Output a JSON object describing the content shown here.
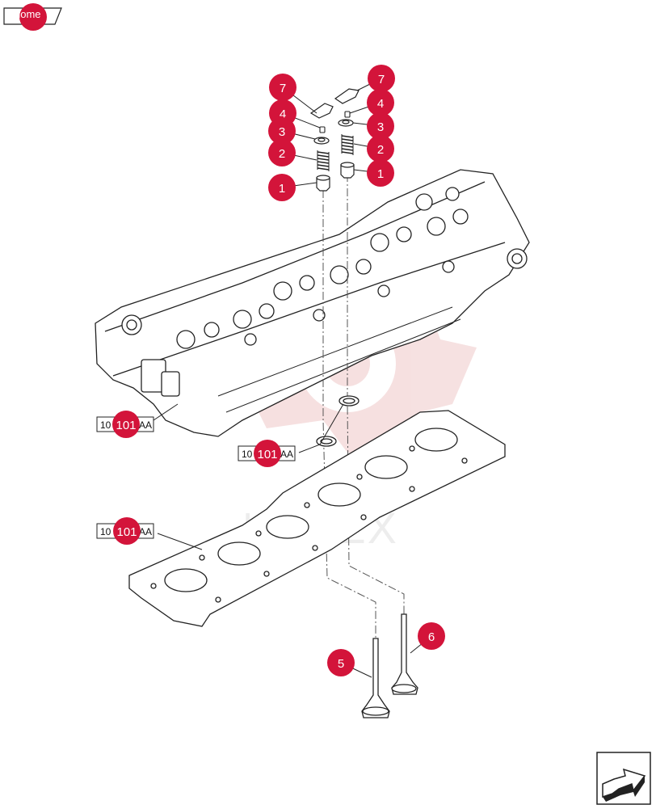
{
  "nav": {
    "home_label": "home",
    "home_icon": "home-tab-icon",
    "next_icon": "next-page-arrow-icon"
  },
  "watermark": {
    "text": "ИНТЕХ",
    "color": "#e8c4c4"
  },
  "callouts": [
    {
      "label": "7"
    },
    {
      "label": "7"
    },
    {
      "label": "4"
    },
    {
      "label": "4"
    },
    {
      "label": "3"
    },
    {
      "label": "3"
    },
    {
      "label": "2"
    },
    {
      "label": "2"
    },
    {
      "label": "1"
    },
    {
      "label": "1"
    },
    {
      "label": "5"
    },
    {
      "label": "6"
    }
  ],
  "references": [
    {
      "prefix": "10",
      "number": "101",
      "suffix": "AA"
    },
    {
      "prefix": "10",
      "number": "101",
      "suffix": "AA"
    },
    {
      "prefix": "10",
      "number": "101",
      "suffix": "AA"
    }
  ],
  "colors": {
    "accent": "#d3143a",
    "line": "#222222",
    "dash": "#555555"
  }
}
